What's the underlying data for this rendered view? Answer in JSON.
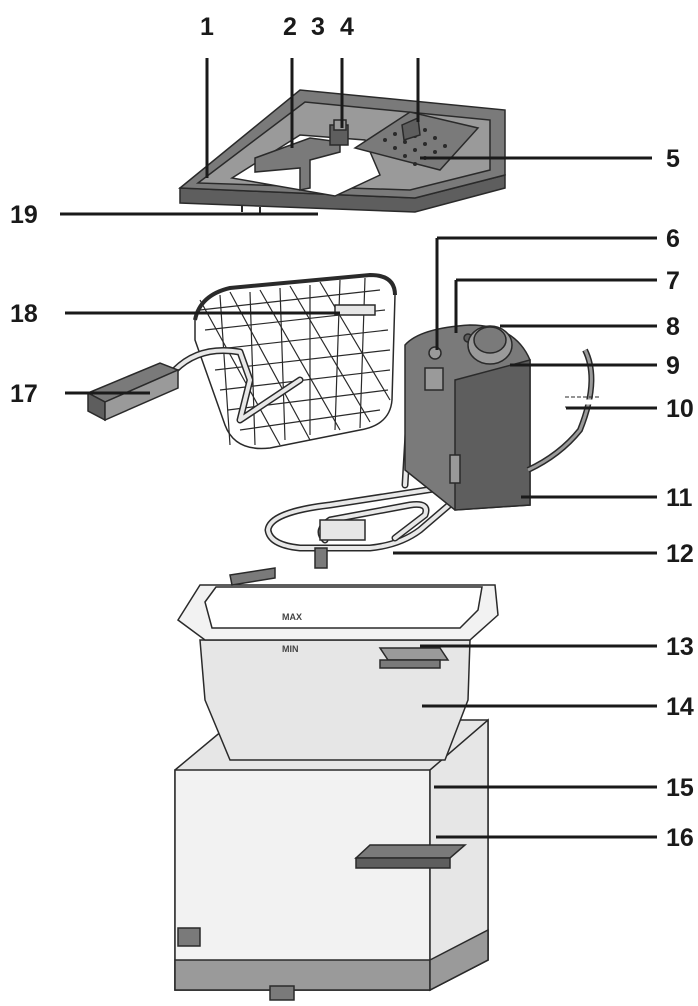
{
  "callouts": [
    "1",
    "2",
    "3",
    "4",
    "5",
    "6",
    "7",
    "8",
    "9",
    "10",
    "11",
    "12",
    "13",
    "14",
    "15",
    "16",
    "17",
    "18",
    "19"
  ],
  "level_marks": {
    "max": "MAX",
    "min": "MIN"
  }
}
